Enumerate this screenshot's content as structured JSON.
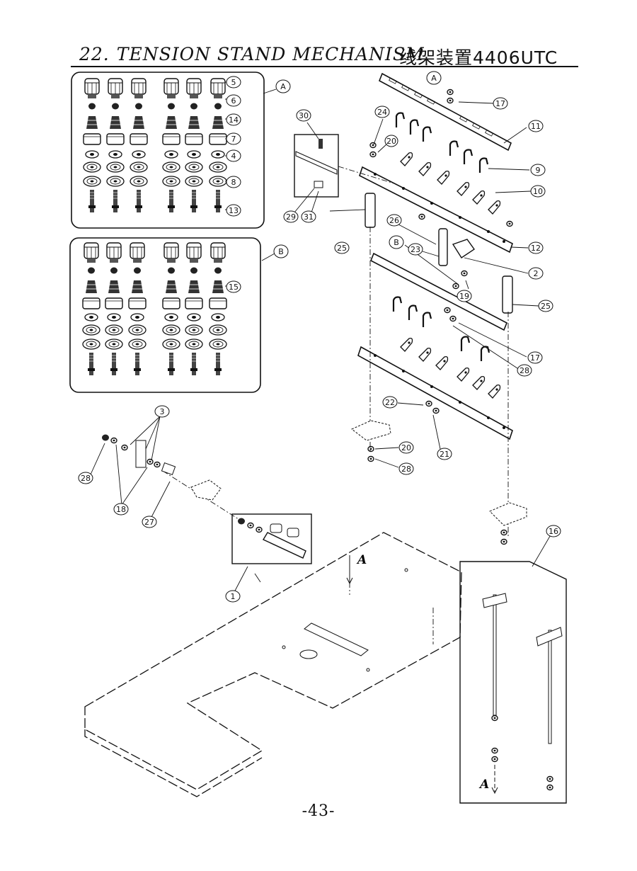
{
  "header": {
    "section_number": "22.",
    "title_en": "TENSION STAND MECHANISM",
    "title_cn": "线架装置4406UTC"
  },
  "page_number": "-43-",
  "assembly_markers": [
    "A",
    "B"
  ],
  "section_view_markers": [
    "A",
    "A"
  ],
  "callouts": [
    "1",
    "2",
    "3",
    "4",
    "5",
    "6",
    "7",
    "8",
    "9",
    "10",
    "11",
    "12",
    "13",
    "14",
    "15",
    "16",
    "17",
    "18",
    "19",
    "20",
    "21",
    "22",
    "23",
    "24",
    "25",
    "26",
    "27",
    "28",
    "29",
    "30",
    "31"
  ],
  "colors": {
    "ink": "#111111",
    "paper": "#ffffff"
  }
}
